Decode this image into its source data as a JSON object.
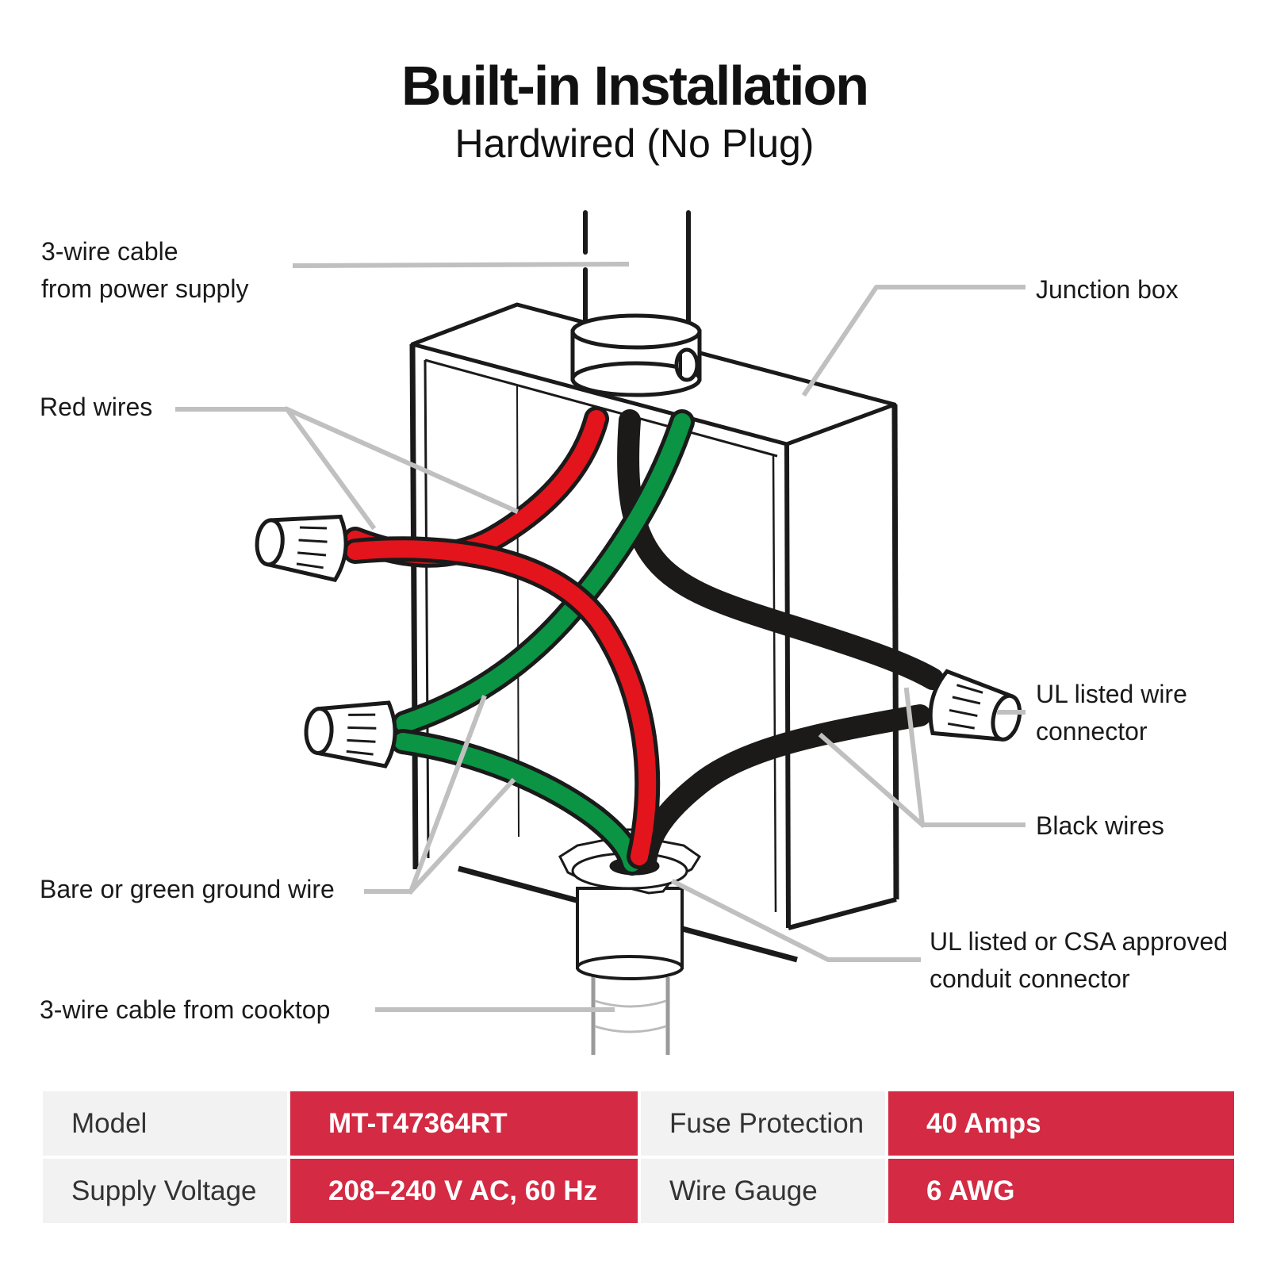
{
  "header": {
    "title": "Built-in Installation",
    "subtitle": "Hardwired (No Plug)"
  },
  "labels": {
    "power_cable_line1": "3-wire cable",
    "power_cable_line2": "from power supply",
    "red_wires": "Red wires",
    "ground_wire": "Bare or green ground wire",
    "cooktop_cable": "3-wire cable from cooktop",
    "junction_box": "Junction box",
    "wire_connector_line1": "UL listed wire",
    "wire_connector_line2": "connector",
    "black_wires": "Black wires",
    "conduit_connector_line1": "UL listed or CSA approved",
    "conduit_connector_line2": "conduit connector"
  },
  "specs": [
    {
      "key": "Model",
      "value": "MT-T47364RT"
    },
    {
      "key": "Fuse Protection",
      "value": "40 Amps"
    },
    {
      "key": "Supply Voltage",
      "value": "208–240 V AC, 60 Hz"
    },
    {
      "key": "Wire Gauge",
      "value": "6 AWG"
    }
  ],
  "colors": {
    "red_wire": "#e3141c",
    "green_wire": "#0a9444",
    "black_wire": "#1c1a19",
    "leader_line": "#c0c0c0",
    "spec_value_bg": "#d42a43",
    "spec_key_bg": "#f2f2f2"
  }
}
